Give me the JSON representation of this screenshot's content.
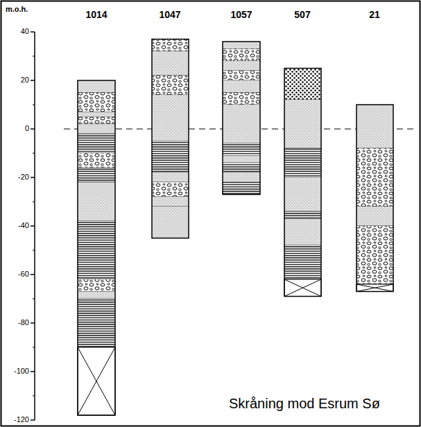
{
  "diagram": {
    "labels": [
      "m.o.h.",
      "1014",
      "1047",
      "1057",
      "507",
      "21",
      "40",
      "20",
      "0",
      "-20",
      "-40",
      "-60",
      "-80",
      "-100",
      "-120",
      "Skråning mod Esrum Sø"
    ]
  }
}
